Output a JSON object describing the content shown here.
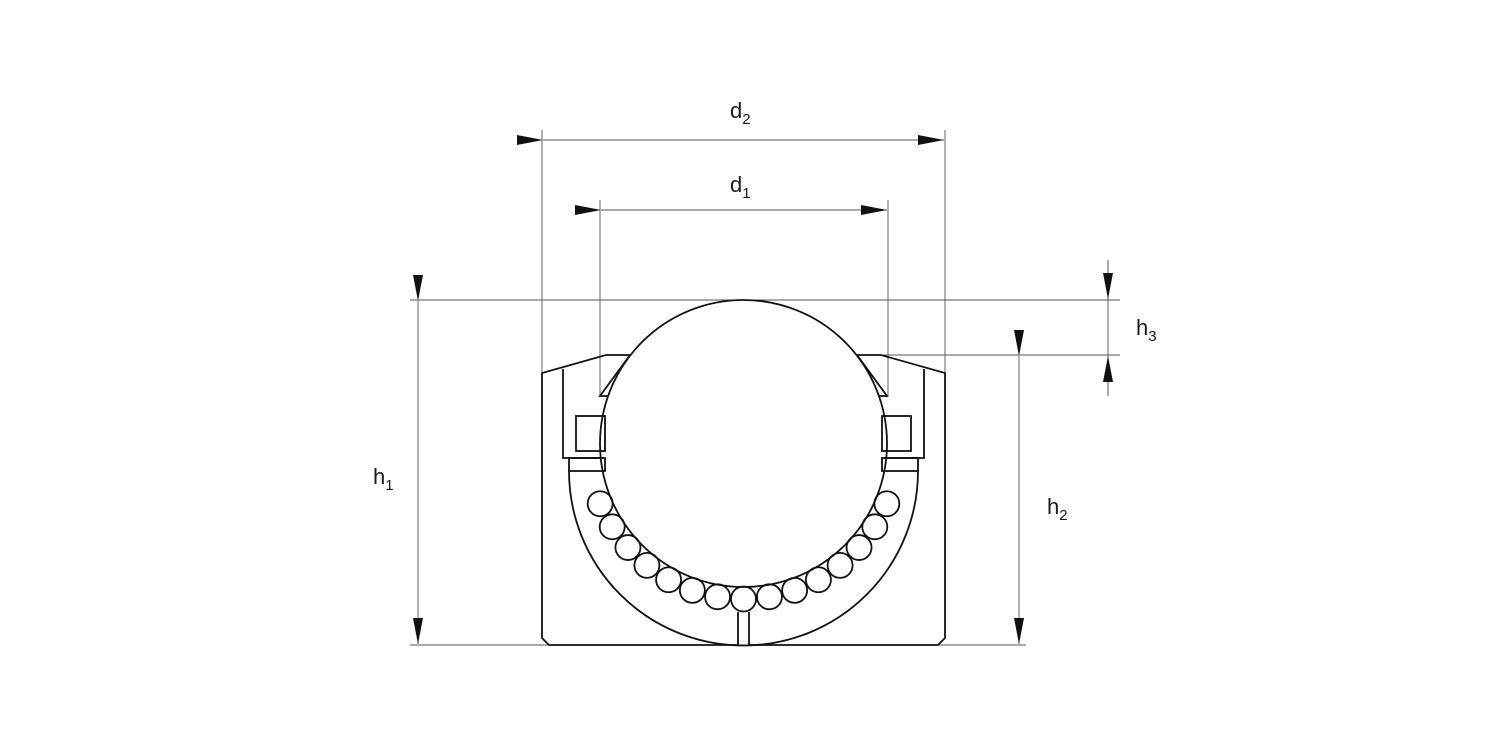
{
  "dimensions": {
    "d2": {
      "base": "d",
      "sub": "2"
    },
    "d1": {
      "base": "d",
      "sub": "1"
    },
    "h1": {
      "base": "h",
      "sub": "1"
    },
    "h2": {
      "base": "h",
      "sub": "2"
    },
    "h3": {
      "base": "h",
      "sub": "3"
    }
  },
  "ball_count": 15,
  "colors": {
    "line": "#111111",
    "dim_line": "#555555"
  }
}
